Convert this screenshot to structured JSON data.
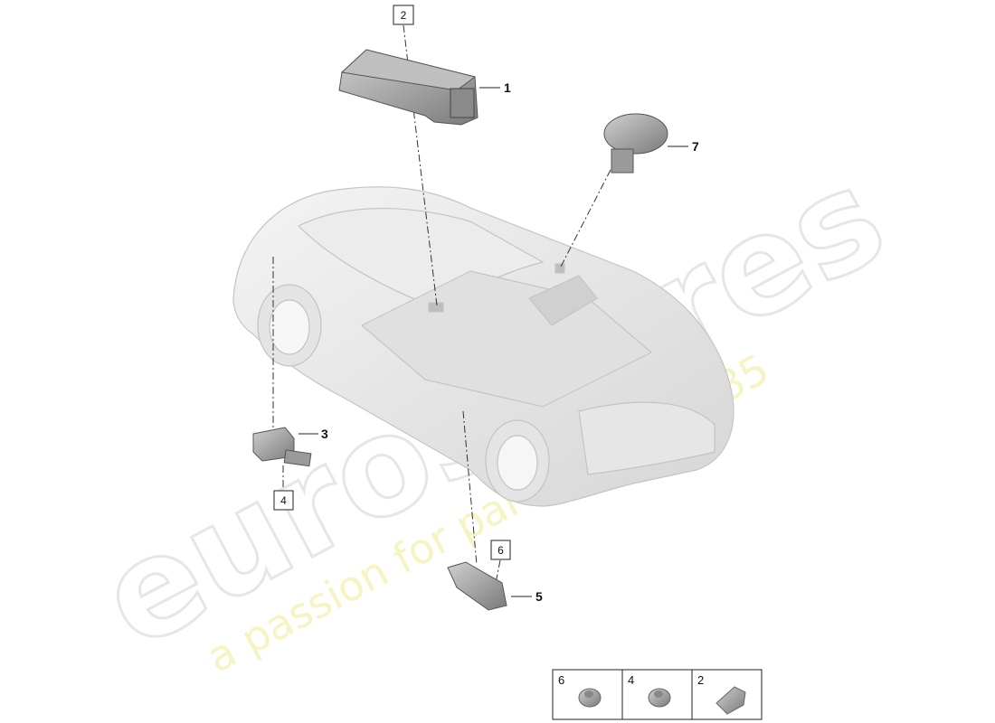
{
  "watermark": {
    "brand": "eurospares",
    "tagline": "a passion for parts since 1985",
    "tagline_color": "#f0ee9a"
  },
  "callouts": [
    {
      "id": "1",
      "label": "1",
      "part": "airbag-control-unit"
    },
    {
      "id": "3",
      "label": "3",
      "part": "crash-sensor-front"
    },
    {
      "id": "5",
      "label": "5",
      "part": "crash-sensor-side"
    },
    {
      "id": "7",
      "label": "7",
      "part": "rollover-sensor"
    }
  ],
  "boxed_callouts": [
    {
      "label": "2"
    },
    {
      "label": "4"
    },
    {
      "label": "6"
    }
  ],
  "fastener_table": [
    {
      "label": "6",
      "icon": "flange-nut-icon"
    },
    {
      "label": "4",
      "icon": "flange-nut-icon"
    },
    {
      "label": "2",
      "icon": "threaded-bolt-icon"
    }
  ],
  "colors": {
    "line": "#222222",
    "part": "#9a9a9a",
    "car": "#dcdcdc"
  }
}
